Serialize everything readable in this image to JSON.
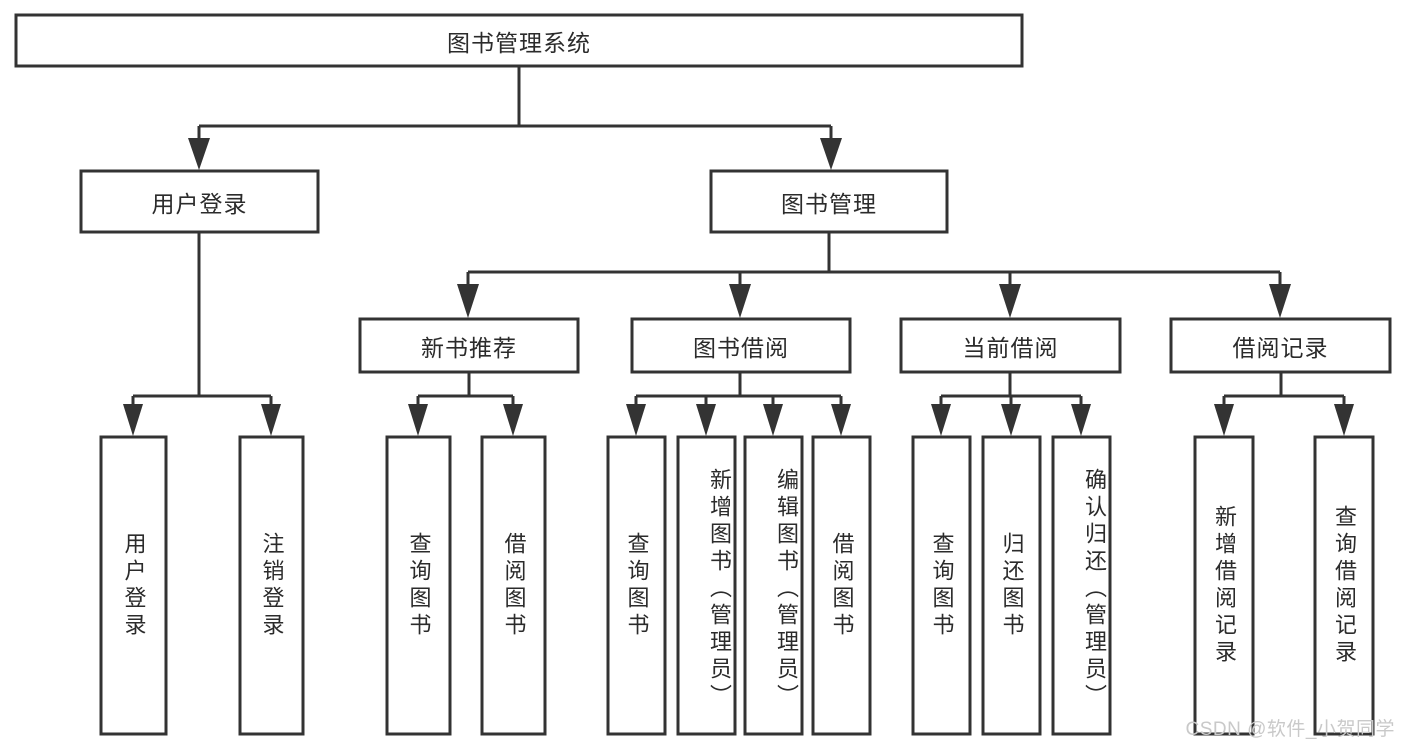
{
  "diagram": {
    "title": "图书管理系统",
    "type": "tree-hierarchy",
    "watermark": "CSDN @软件_小贺同学",
    "colors": {
      "box_stroke": "#333333",
      "box_fill": "#ffffff",
      "text": "#2b2b2b",
      "background": "#ffffff",
      "watermark": "#c9c9c9"
    },
    "nodes": {
      "root": {
        "label": "图书管理系统"
      },
      "level2": [
        {
          "label": "用户登录"
        },
        {
          "label": "图书管理"
        }
      ],
      "level3": [
        {
          "label": "新书推荐"
        },
        {
          "label": "图书借阅"
        },
        {
          "label": "当前借阅"
        },
        {
          "label": "借阅记录"
        }
      ],
      "leaves_user_login": [
        {
          "label": "用户登录"
        },
        {
          "label": "注销登录"
        }
      ],
      "leaves_new_book": [
        {
          "label": "查询图书"
        },
        {
          "label": "借阅图书"
        }
      ],
      "leaves_borrow": [
        {
          "label": "查询图书"
        },
        {
          "label": "新增图书（管理员）"
        },
        {
          "label": "编辑图书（管理员）"
        },
        {
          "label": "借阅图书"
        }
      ],
      "leaves_current": [
        {
          "label": "查询图书"
        },
        {
          "label": "归还图书"
        },
        {
          "label": "确认归还（管理员）"
        }
      ],
      "leaves_records": [
        {
          "label": "新增借阅记录"
        },
        {
          "label": "查询借阅记录"
        }
      ]
    }
  }
}
